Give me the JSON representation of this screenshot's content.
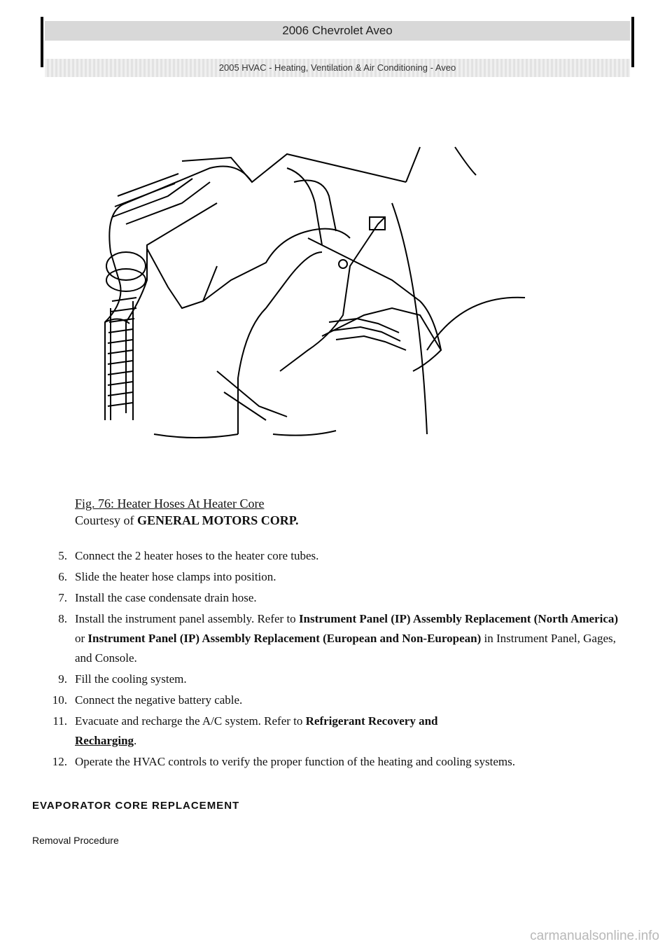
{
  "header": {
    "title": "2006 Chevrolet Aveo",
    "subtitle": "2005 HVAC - Heating, Ventilation & Air Conditioning - Aveo"
  },
  "figure": {
    "caption": "Fig. 76: Heater Hoses At Heater Core",
    "courtesy_prefix": "Courtesy of",
    "courtesy_brand": "GENERAL MOTORS CORP."
  },
  "steps": [
    {
      "num": "5.",
      "text": "Connect the 2 heater hoses to the heater core tubes."
    },
    {
      "num": "6.",
      "text": "Slide the heater hose clamps into position."
    },
    {
      "num": "7.",
      "text": "Install the case condensate drain hose."
    },
    {
      "num": "8.",
      "pre": "Install the instrument panel assembly. Refer to ",
      "ref1": "Instrument Panel (IP) Assembly Replacement (North America)",
      "mid": " or ",
      "ref2": "Instrument Panel (IP) Assembly Replacement (European and Non-European)",
      "post": " in Instrument Panel, Gages, and Console."
    },
    {
      "num": "9.",
      "text": "Fill the cooling system."
    },
    {
      "num": "10.",
      "text": "Connect the negative battery cable."
    },
    {
      "num": "11.",
      "pre": "Evacuate and recharge the A/C system. Refer to ",
      "ref1": "Refrigerant Recovery and",
      "ref2": "Recharging",
      "post": "."
    },
    {
      "num": "12.",
      "text": "Operate the HVAC controls to verify the proper function of the heating and cooling systems."
    }
  ],
  "section": {
    "title": "EVAPORATOR CORE REPLACEMENT",
    "subtitle": "Removal Procedure"
  },
  "watermark": "carmanualsonline.info"
}
